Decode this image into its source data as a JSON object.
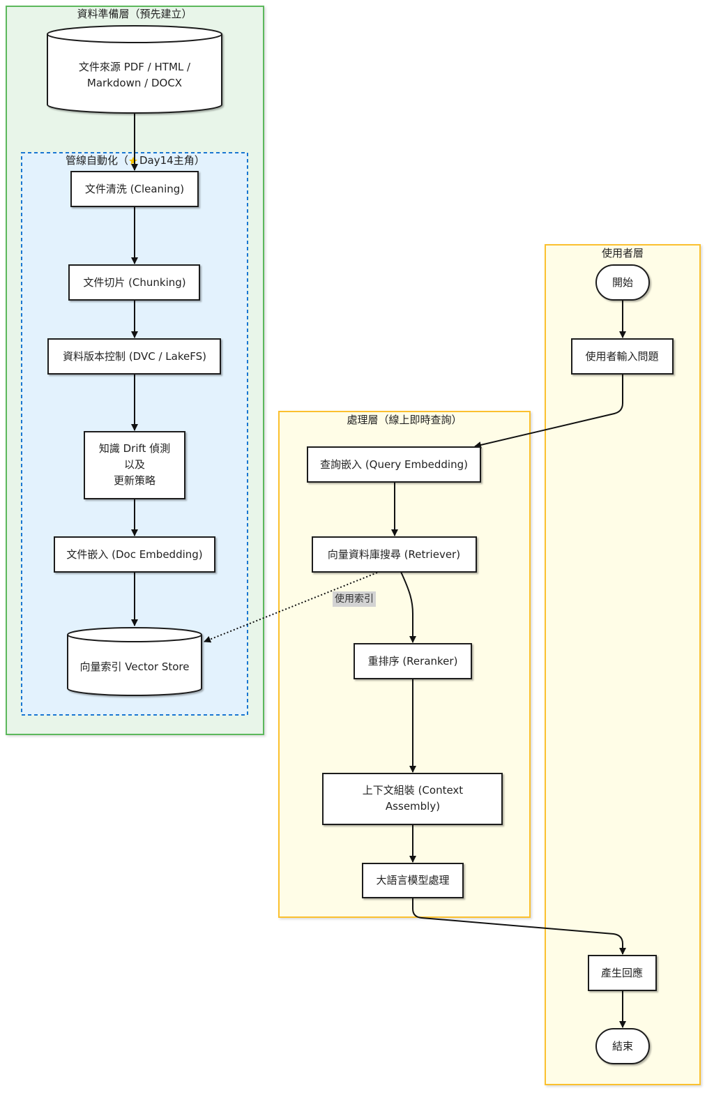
{
  "subgraphs": {
    "data_prep": {
      "title": "資料準備層（預先建立）"
    },
    "pipeline": {
      "title_prefix": "管線自動化（",
      "icon": "star-icon",
      "title_suffix": "Day14主角）"
    },
    "processing": {
      "title": "處理層（線上即時查詢）"
    },
    "user": {
      "title": "使用者層"
    }
  },
  "nodes": {
    "doc_source": {
      "lines": [
        "文件來源 PDF / HTML /",
        "Markdown / DOCX"
      ]
    },
    "cleaning": {
      "label": "文件清洗 (Cleaning)"
    },
    "chunking": {
      "label": "文件切片 (Chunking)"
    },
    "versioning": {
      "label": "資料版本控制 (DVC / LakeFS)"
    },
    "drift": {
      "lines": [
        "知識 Drift 偵測",
        "以及",
        "更新策略"
      ]
    },
    "doc_embedding": {
      "label": "文件嵌入 (Doc Embedding)"
    },
    "vector_store": {
      "label": "向量索引 Vector Store"
    },
    "query_embedding": {
      "label": "查詢嵌入 (Query Embedding)"
    },
    "retriever": {
      "label": "向量資料庫搜尋 (Retriever)"
    },
    "reranker": {
      "label": "重排序 (Reranker)"
    },
    "context_assembly": {
      "lines": [
        "上下文組裝 (Context",
        "Assembly)"
      ]
    },
    "llm": {
      "label": "大語言模型處理"
    },
    "start": {
      "label": "開始"
    },
    "user_question": {
      "label": "使用者輸入問題"
    },
    "response": {
      "label": "產生回應"
    },
    "end": {
      "label": "結束"
    }
  },
  "edges": {
    "retriever_to_vector_store": {
      "label": "使用索引"
    }
  },
  "colors": {
    "data_prep_fill": "#e8f5e9",
    "data_prep_stroke": "#5cb85c",
    "pipeline_fill": "#e3f2fd",
    "pipeline_stroke": "#1976d2",
    "processing_fill": "#fffde7",
    "processing_stroke": "#fbc02d",
    "user_fill": "#fffde7",
    "user_stroke": "#fbc02d",
    "node_fill": "#ffffff",
    "node_stroke": "#1a1a1a",
    "edge": "#111111",
    "edge_label_bg": "#d3d3d3",
    "star": "#f5c400"
  }
}
